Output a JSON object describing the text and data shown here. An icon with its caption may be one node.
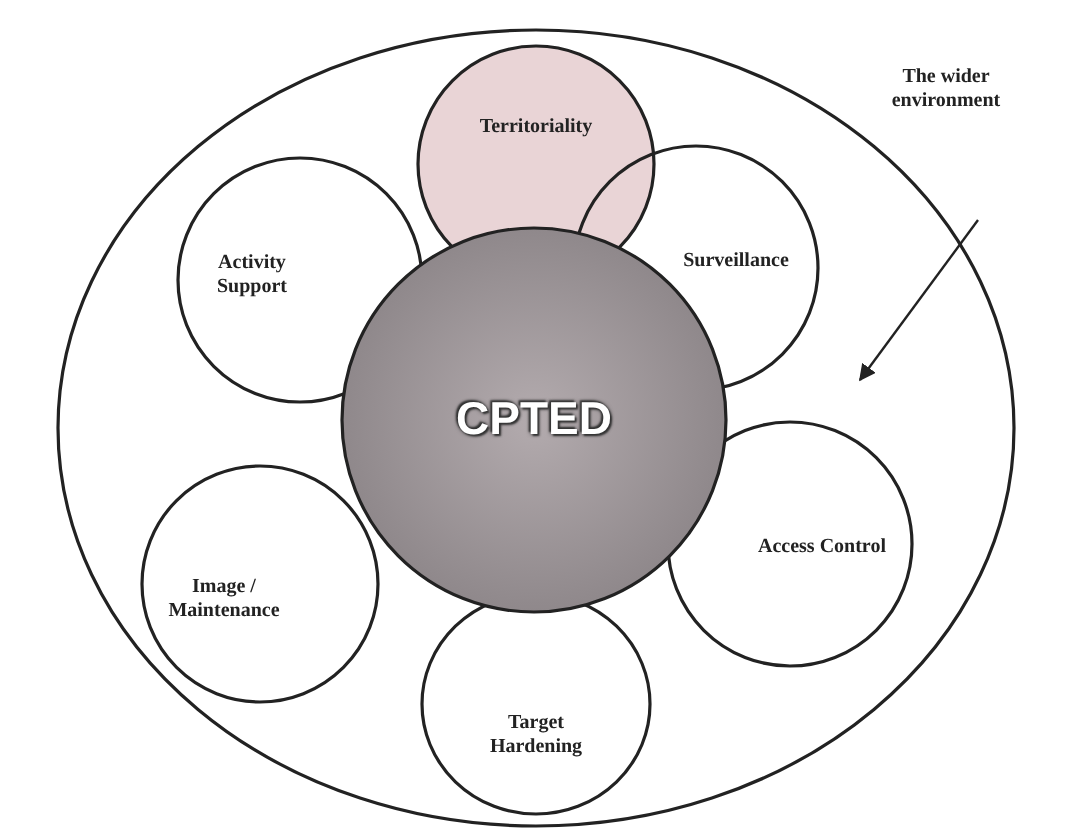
{
  "diagram": {
    "nodes": [
      {
        "text": [],
        "shape": "circle"
      },
      {
        "text": [
          "Territoriality"
        ],
        "in": 0
      },
      {
        "text": [
          "Activity Support"
        ],
        "in": 0
      },
      {
        "text": [
          "Surveillance"
        ],
        "in": 0
      },
      {
        "text": [
          "CPTED"
        ],
        "in": 0
      },
      {
        "text": [
          "Image / Maintenance"
        ],
        "in": 0
      },
      {
        "text": [
          "Access Control"
        ],
        "in": 0
      },
      {
        "text": [
          "Target Hardening"
        ],
        "in": 0
      },
      {
        "text": [
          "The wider environment"
        ]
      }
    ],
    "edges": [
      {
        "from": 8,
        "to": 0,
        "arrow": "to"
      }
    ]
  }
}
